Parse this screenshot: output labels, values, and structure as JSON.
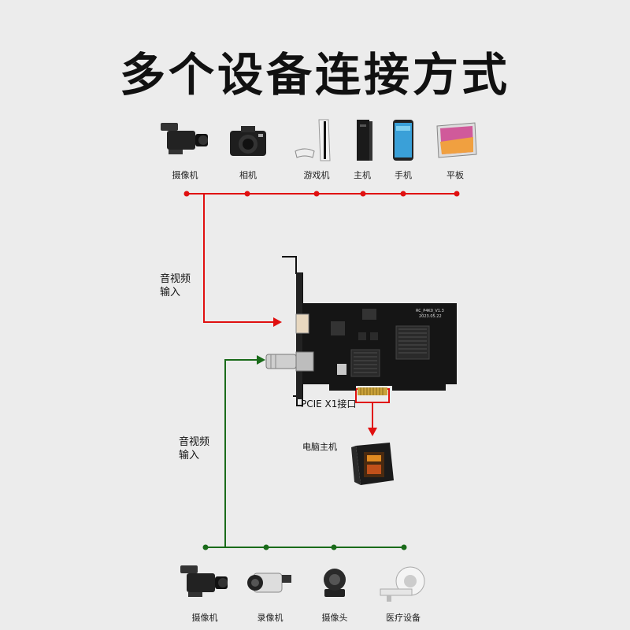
{
  "title": "多个设备连接方式",
  "top_devices": [
    {
      "label": "摄像机",
      "icon": "camcorder-icon"
    },
    {
      "label": "相机",
      "icon": "camera-icon"
    },
    {
      "label": "游戏机",
      "icon": "game-console-icon"
    },
    {
      "label": "主机",
      "icon": "desktop-tower-icon"
    },
    {
      "label": "手机",
      "icon": "phone-icon"
    },
    {
      "label": "平板",
      "icon": "tablet-icon"
    }
  ],
  "bottom_devices": [
    {
      "label": "摄像机",
      "icon": "camcorder-icon"
    },
    {
      "label": "录像机",
      "icon": "video-recorder-icon"
    },
    {
      "label": "摄像头",
      "icon": "ptz-camera-icon"
    },
    {
      "label": "医疗设备",
      "icon": "medical-device-icon"
    }
  ],
  "input_label_top": {
    "line1": "音视频",
    "line2": "输入"
  },
  "input_label_bottom": {
    "line1": "音视频",
    "line2": "输入"
  },
  "pcie_label": "PCIE X1接口",
  "pc_label": "电脑主机",
  "colors": {
    "red": "#e01010",
    "green": "#1a6b1a",
    "board": "#151515"
  }
}
